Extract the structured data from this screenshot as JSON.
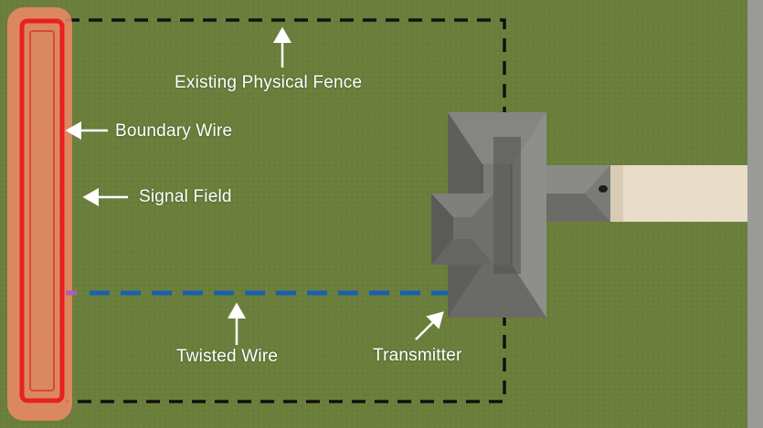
{
  "labels": {
    "fence": "Existing Physical Fence",
    "boundary_wire": "Boundary Wire",
    "signal_field": "Signal Field",
    "twisted_wire": "Twisted Wire",
    "transmitter": "Transmitter"
  },
  "colors": {
    "lawn": "#6b7f3c",
    "fence": "#111111",
    "boundary_wire": "#e8201f",
    "signal_field": "#ee8a66",
    "twisted_wire": "#1a5fb0",
    "twisted_wire_junction": "#b05ab8",
    "roof": "#7a7b76",
    "roof_dark": "#5e5f5b",
    "driveway": "#e7ddc9",
    "label_text": "#ffffff"
  },
  "icons": {
    "arrow": "arrow-icon"
  }
}
